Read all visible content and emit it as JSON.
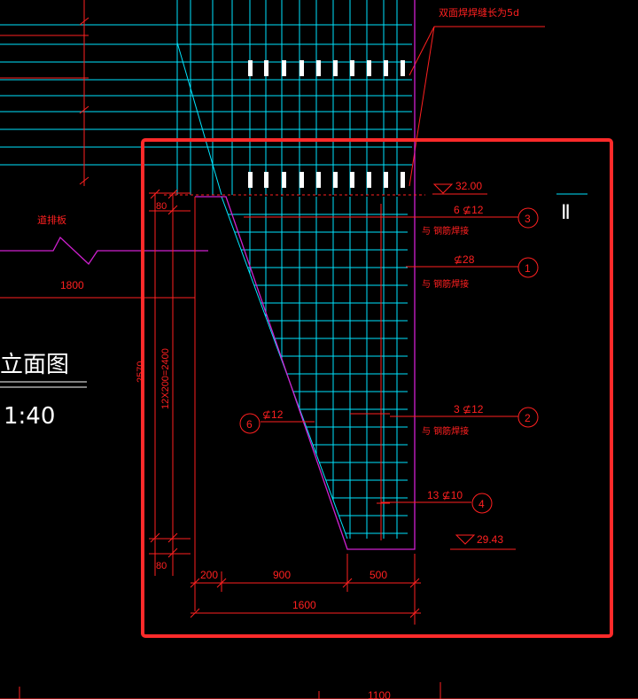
{
  "colors": {
    "background": "#000000",
    "rebar_grid": "#00e5ff",
    "annotation": "#ff2020",
    "outline": "#d020d0",
    "title_text": "#ffffff",
    "selection_box": "#ff2a2a"
  },
  "drawing": {
    "weld_note": "双面焊焊缝长为5d",
    "side_label": "道排板",
    "title": "立面图",
    "scale": "1:40",
    "section_mark": "Ⅱ"
  },
  "elevations": {
    "top": "32.00",
    "bottom": "29.43"
  },
  "callouts": [
    {
      "id": "3",
      "spec": "6 ⊈12",
      "note": "与 钢筋焊接"
    },
    {
      "id": "1",
      "spec": "⊈28",
      "note": "与 钢筋焊接"
    },
    {
      "id": "2",
      "spec": "3 ⊈12",
      "note": "与 钢筋焊接"
    },
    {
      "id": "4",
      "spec": "13 ⊈10",
      "note": ""
    },
    {
      "id": "6",
      "spec": "⊈12",
      "note": ""
    }
  ],
  "dimensions": {
    "left_span": "1800",
    "top_offset": "80",
    "height_total": "2570",
    "height_spacing": "12X200=2400",
    "bottom_offset": "80",
    "seg_a": "200",
    "seg_b": "900",
    "seg_c": "500",
    "total_width": "1600",
    "bottom_clip": "1100"
  }
}
